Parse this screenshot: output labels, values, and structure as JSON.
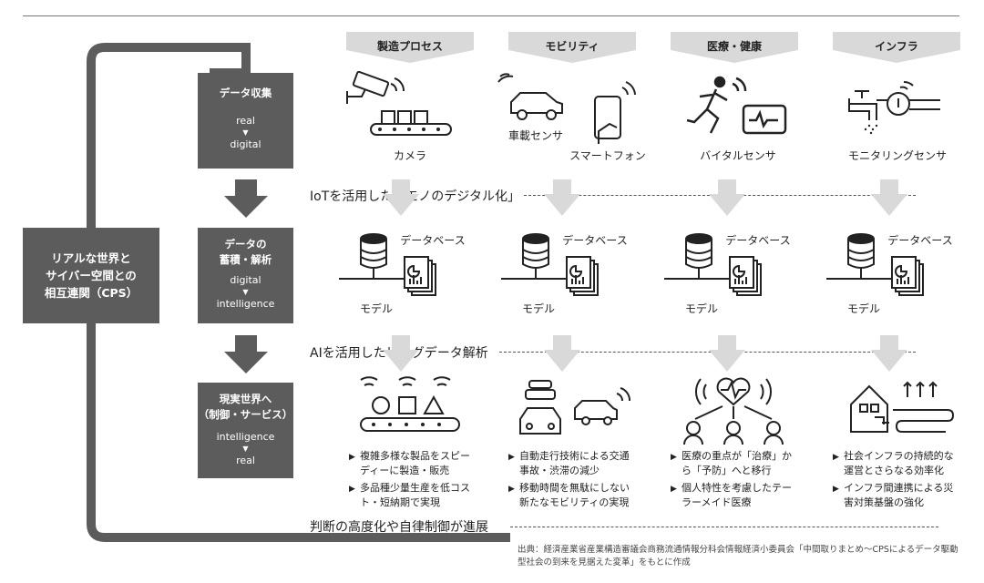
{
  "cps": {
    "label": "リアルな世界と\nサイバー空間との\n相互連関（CPS）"
  },
  "stages": [
    {
      "title": "データ収集",
      "from": "real",
      "arrow": "▼",
      "to": "digital"
    },
    {
      "title": "データの\n蓄積・解析",
      "from": "digital",
      "arrow": "▼",
      "to": "intelligence"
    },
    {
      "title": "現実世界へ\n（制御・サービス）",
      "from": "intelligence",
      "arrow": "▼",
      "to": "real"
    }
  ],
  "columns": [
    {
      "header": "製造プロセス",
      "sensors": [
        "カメラ"
      ],
      "db": "データベース",
      "model": "モデル",
      "bullets": [
        "複雑多様な製品をスピー\nディーに製造・販売",
        "多品種少量生産を低コス\nト・短納期で実現"
      ]
    },
    {
      "header": "モビリティ",
      "sensors": [
        "車載センサ",
        "スマートフォン"
      ],
      "db": "データベース",
      "model": "モデル",
      "bullets": [
        "自動走行技術による交通\n事故・渋滞の減少",
        "移動時間を無駄にしない\n新たなモビリティの実現"
      ]
    },
    {
      "header": "医療・健康",
      "sensors": [
        "バイタルセンサ"
      ],
      "db": "データベース",
      "model": "モデル",
      "bullets": [
        "医療の重点が「治療」か\nら「予防」へと移行",
        "個人特性を考慮したテー\nラーメイド医療"
      ]
    },
    {
      "header": "インフラ",
      "sensors": [
        "モニタリングセンサ"
      ],
      "db": "データベース",
      "model": "モデル",
      "bullets": [
        "社会インフラの持続的な\n運営とさらなる効率化",
        "インフラ間連携による災\n害対策基盤の強化"
      ]
    }
  ],
  "section_lines": {
    "iot": "IoTを活用した「モノのデジタル化」",
    "ai": "AIを活用したビッグデータ解析",
    "result": "判断の高度化や自律制御が進展"
  },
  "source": "出典：経済産業省産業構造審議会商務流通情報分科会情報経済小委員会「中間取りまとめ～CPSによるデータ駆動\n型社会の到来を見据えた変革」をもとに作成",
  "colors": {
    "dark_box": "#5c5c5c",
    "light_arrow": "#d9d9d9",
    "header_bg": "#d9d9d9"
  }
}
